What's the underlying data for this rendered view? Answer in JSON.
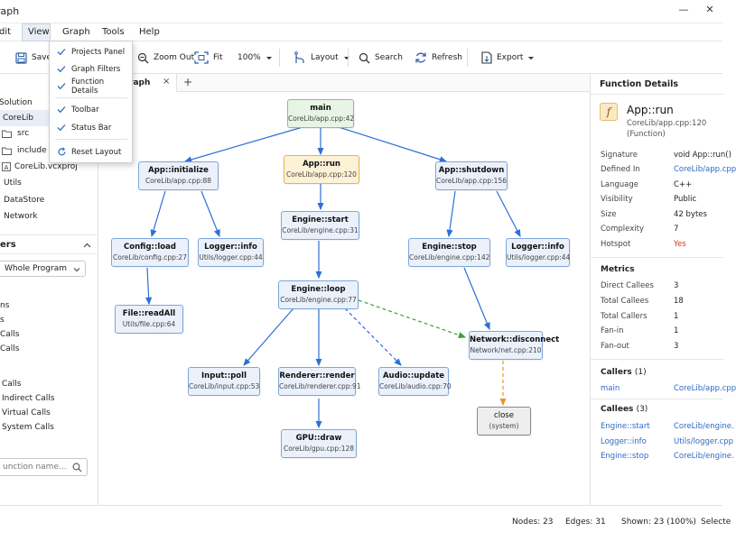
{
  "window": {
    "title": "raph"
  },
  "menu": {
    "edit": "dit",
    "view": "View",
    "graph": "Graph",
    "tools": "Tools",
    "help": "Help"
  },
  "view_menu": {
    "projects_panel": "Projects Panel",
    "graph_filters": "Graph Filters",
    "function_details": "Function Details",
    "toolbar": "Toolbar",
    "status_bar": "Status Bar",
    "reset_layout": "Reset Layout"
  },
  "toolbar": {
    "save": "Save",
    "zoom_out": "Zoom Out",
    "fit": "Fit",
    "zoom_level": "100%",
    "layout": "Layout",
    "search": "Search",
    "refresh": "Refresh",
    "export": "Export"
  },
  "left": {
    "solution": "Solution",
    "corelib": "CoreLib",
    "src": "src",
    "include": "include",
    "vcxproj": "CoreLib.vcxproj",
    "utils": "Utils",
    "datastore": "DataStore",
    "network": "Network",
    "filters_header": "ers",
    "scope": "Whole Program",
    "f1": "ns",
    "f2": "s",
    "f3": "Calls",
    "f4": "Calls",
    "f5": "Calls",
    "f6": "Indirect Calls",
    "f7": "Virtual Calls",
    "f8": "System Calls",
    "search_placeholder": "unction name..."
  },
  "tab": {
    "label": "raph",
    "close": "×",
    "add": "+"
  },
  "nodes": {
    "main": {
      "name": "main",
      "file": "CoreLib/app.cpp:42"
    },
    "app_init": {
      "name": "App::initialize",
      "file": "CoreLib/app.cpp:88"
    },
    "app_run": {
      "name": "App::run",
      "file": "CoreLib/app.cpp:120"
    },
    "app_shutdown": {
      "name": "App::shutdown",
      "file": "CoreLib/app.cpp:156"
    },
    "config_load": {
      "name": "Config::load",
      "file": "CoreLib/config.cpp:27"
    },
    "logger_info1": {
      "name": "Logger::info",
      "file": "Utils/logger.cpp:44"
    },
    "engine_start": {
      "name": "Engine::start",
      "file": "CoreLib/engine.cpp:31"
    },
    "engine_stop": {
      "name": "Engine::stop",
      "file": "CoreLib/engine.cpp:142"
    },
    "logger_info2": {
      "name": "Logger::info",
      "file": "Utils/logger.cpp:44"
    },
    "file_readall": {
      "name": "File::readAll",
      "file": "Utils/file.cpp:64"
    },
    "engine_loop": {
      "name": "Engine::loop",
      "file": "CoreLib/engine.cpp:77"
    },
    "net_disconnect": {
      "name": "Network::disconnect",
      "file": "Network/net.cpp:210"
    },
    "input_poll": {
      "name": "Input::poll",
      "file": "CoreLib/input.cpp:53"
    },
    "renderer_render": {
      "name": "Renderer::render",
      "file": "CoreLib/renderer.cpp:91"
    },
    "audio_update": {
      "name": "Audio::update",
      "file": "CoreLib/audio.cpp:70"
    },
    "close": {
      "name": "close",
      "file": "(system)"
    },
    "gpu_draw": {
      "name": "GPU::draw",
      "file": "CoreLib/gpu.cpp:128"
    }
  },
  "details": {
    "panel_title": "Function Details",
    "icon_glyph": "f",
    "name": "App::run",
    "file": "CoreLib/app.cpp:120",
    "kind": "(Function)",
    "signature_k": "Signature",
    "signature_v": "void App::run()",
    "defined_k": "Defined In",
    "defined_v": "CoreLib/app.cpp",
    "language_k": "Language",
    "language_v": "C++",
    "visibility_k": "Visibility",
    "visibility_v": "Public",
    "size_k": "Size",
    "size_v": "42 bytes",
    "complexity_k": "Complexity",
    "complexity_v": "7",
    "hotspot_k": "Hotspot",
    "hotspot_v": "Yes",
    "hotspot_color": "#e0341f",
    "metrics_title": "Metrics",
    "direct_callees_k": "Direct Callees",
    "direct_callees_v": "3",
    "total_callees_k": "Total Callees",
    "total_callees_v": "18",
    "total_callers_k": "Total Callers",
    "total_callers_v": "1",
    "fanin_k": "Fan-in",
    "fanin_v": "1",
    "fanout_k": "Fan-out",
    "fanout_v": "3",
    "callers_title": "Callers",
    "callers_count": "(1)",
    "caller1_name": "main",
    "caller1_file": "CoreLib/app.cpp",
    "callees_title": "Callees",
    "callees_count": "(3)",
    "callee1_name": "Engine::start",
    "callee1_file": "CoreLib/engine.",
    "callee2_name": "Logger::info",
    "callee2_file": "Utils/logger.cpp",
    "callee3_name": "Engine::stop",
    "callee3_file": "CoreLib/engine."
  },
  "status": {
    "nodes": "Nodes: 23",
    "edges": "Edges: 31",
    "shown": "Shown: 23 (100%)",
    "selected": "Selecte"
  },
  "colors": {
    "edge_blue": "#2f6fd6",
    "edge_green": "#3aa13a",
    "edge_orange": "#f0922a",
    "link": "#2e6ac6"
  }
}
